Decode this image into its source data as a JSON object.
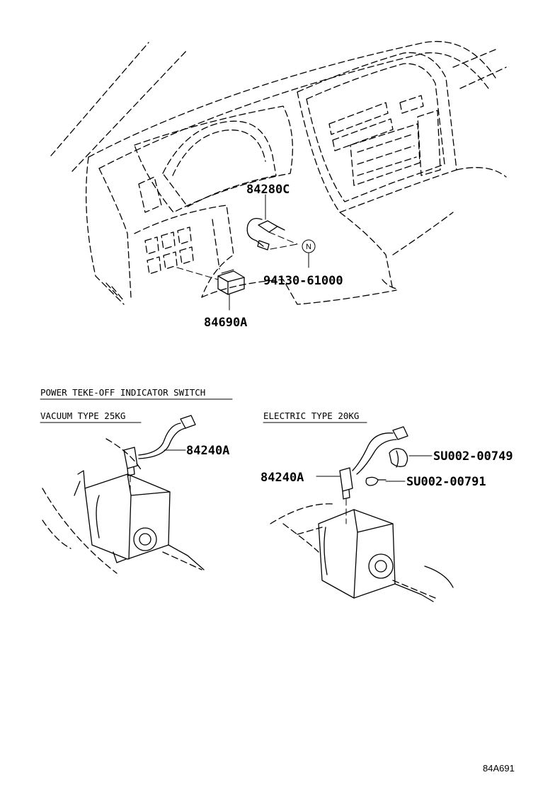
{
  "callouts": {
    "part_84280c": "84280C",
    "part_94130": "94130-61000",
    "part_84690a": "84690A",
    "part_84240a_vacuum": "84240A",
    "part_84240a_electric": "84240A",
    "part_su002_00749": "SU002-00749",
    "part_su002_00791": "SU002-00791",
    "note_n": "N"
  },
  "captions": {
    "section_title": "POWER TEKE-OFF INDICATOR SWITCH",
    "vacuum_type": "VACUUM TYPE 25KG",
    "electric_type": "ELECTRIC TYPE 20KG"
  },
  "figure_code": "84A691"
}
